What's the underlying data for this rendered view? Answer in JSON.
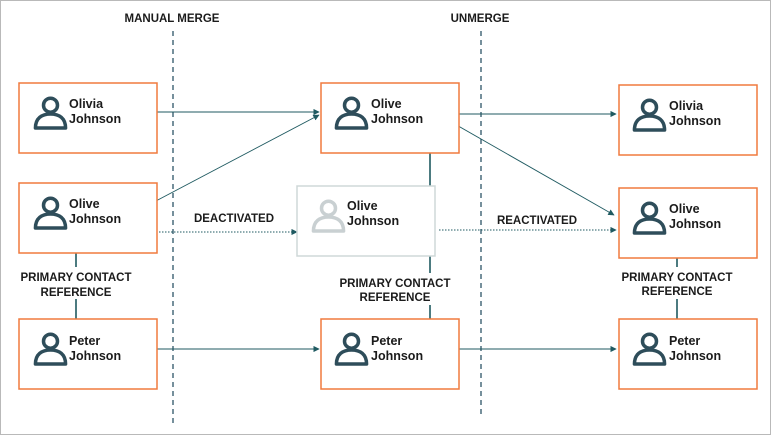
{
  "headings": {
    "manual_merge": "MANUAL MERGE",
    "unmerge": "UNMERGE"
  },
  "labels": {
    "deactivated": "DEACTIVATED",
    "reactivated": "REACTIVATED",
    "primary_contact_line1": "PRIMARY CONTACT",
    "primary_contact_line2": "REFERENCE"
  },
  "contacts": {
    "olivia_left": {
      "first": "Olivia",
      "last": "Johnson"
    },
    "olive_left": {
      "first": "Olive",
      "last": "Johnson"
    },
    "peter_left": {
      "first": "Peter",
      "last": "Johnson"
    },
    "olive_merged": {
      "first": "Olive",
      "last": "Johnson"
    },
    "olive_deactivated": {
      "first": "Olive",
      "last": "Johnson"
    },
    "peter_middle": {
      "first": "Peter",
      "last": "Johnson"
    },
    "olivia_right": {
      "first": "Olivia",
      "last": "Johnson"
    },
    "olive_right": {
      "first": "Olive",
      "last": "Johnson"
    },
    "peter_right": {
      "first": "Peter",
      "last": "Johnson"
    }
  },
  "colors": {
    "card_border": "#f07a3e",
    "deactivated_border": "#cfd8d8",
    "person_icon": "#2e4d5a",
    "person_icon_faded": "#c9d0d2",
    "connector": "#1f5a61",
    "divider": "#2c5566"
  }
}
